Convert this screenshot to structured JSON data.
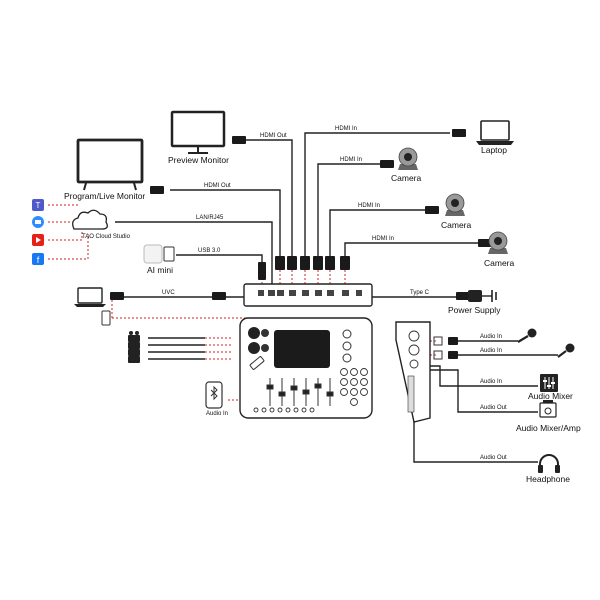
{
  "labels": {
    "hdmi_out_preview": "HDMI Out",
    "hdmi_out_program": "HDMI Out",
    "hdmi_in_laptop": "HDMI In",
    "hdmi_in_cam1": "HDMI In",
    "hdmi_in_cam2": "HDMI In",
    "hdmi_in_cam3": "HDMI In",
    "lan": "LAN/RJ45",
    "usb": "USB 3.0",
    "uvc": "UVC",
    "typec": "Type C",
    "audio_in_mic1": "Audio In",
    "audio_in_mic2": "Audio In",
    "audio_in_mixer": "Audio In",
    "audio_out_amp": "Audio Out",
    "audio_out_headphone": "Audio Out",
    "bt_audio_in": "Audio In"
  },
  "devices": {
    "preview_monitor": "Preview Monitor",
    "program_monitor": "Program/Live Monitor",
    "laptop": "Laptop",
    "camera1": "Camera",
    "camera2": "Camera",
    "camera3": "Camera",
    "cloud": "TAO Cloud Studio",
    "ai_mini": "AI mini",
    "power_supply": "Power Supply",
    "audio_mixer": "Audio Mixer",
    "audio_mixer_amp": "Audio Mixer/Amp",
    "headphone": "Headphone"
  },
  "icons": {
    "social": [
      "teams-icon",
      "meeting-icon",
      "youtube-icon",
      "facebook-icon"
    ],
    "bluetooth": "bluetooth-icon",
    "microphone": "microphone-icon",
    "camera": "ptz-camera-icon"
  },
  "colors": {
    "dash": "#d32020",
    "youtube": "#e62117",
    "facebook": "#1877f2",
    "teams": "#5059c9",
    "meeting": "#2d8cff"
  }
}
